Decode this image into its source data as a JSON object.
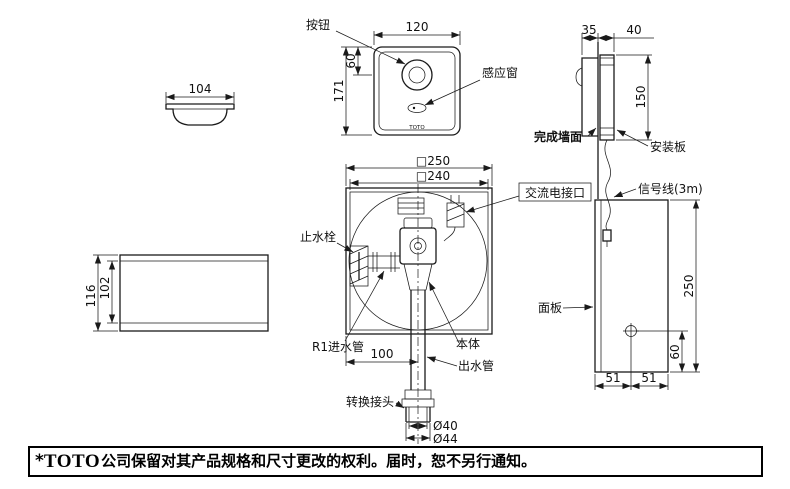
{
  "top_view": {
    "dim_width": "104"
  },
  "front_panel": {
    "label_button": "按钮",
    "label_sensor": "感应窗",
    "dim_width": "120",
    "dim_button_offset": "60",
    "dim_height": "171",
    "logo": "TOTO"
  },
  "side_box": {
    "dim_outer_height": "116",
    "dim_inner_height": "102"
  },
  "install_box": {
    "dim_outer": "□250",
    "dim_inner": "□240",
    "label_ac": "交流电接口",
    "label_stop_valve": "止水栓",
    "label_inlet": "R1进水管",
    "label_body": "本体",
    "label_outlet": "出水管",
    "label_adapter": "转换接头",
    "dim_offset": "100",
    "dim_d40": "Ø40",
    "dim_d44": "Ø44"
  },
  "side_install": {
    "dim_35": "35",
    "dim_40": "40",
    "dim_150": "150",
    "dim_250": "250",
    "dim_60": "60",
    "dim_51_left": "51",
    "dim_51_right": "51",
    "label_wall": "完成墙面",
    "label_plate": "安装板",
    "label_cable": "信号线(3m)",
    "label_panel": "面板"
  },
  "footer": {
    "star": "*",
    "brand": "TOTO",
    "text": "公司保留对其产品规格和尺寸更改的权利。届时，恕不另行通知。"
  }
}
